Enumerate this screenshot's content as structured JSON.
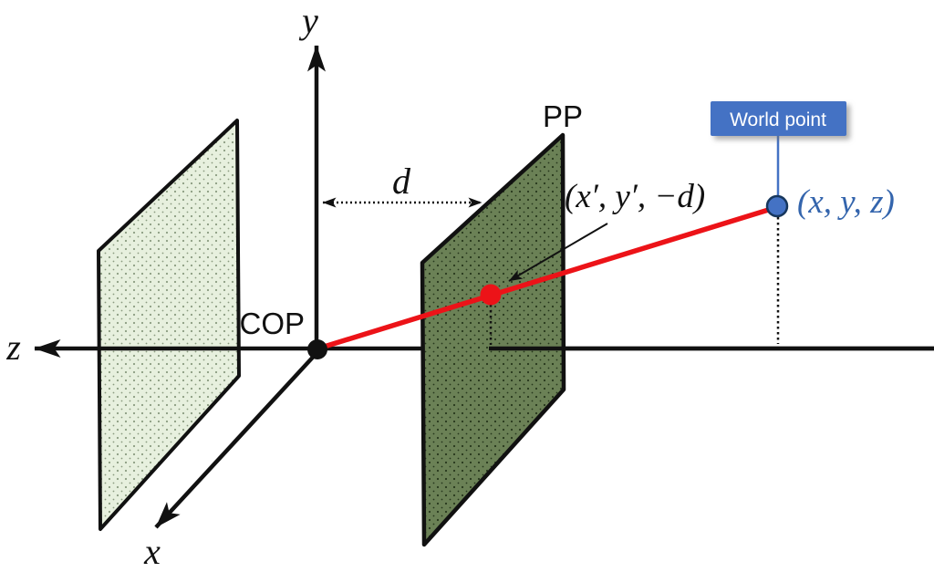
{
  "diagram": {
    "description": "Perspective projection (pinhole camera) geometry diagram",
    "axis_labels": {
      "y": "y",
      "z": "z",
      "x": "x"
    },
    "labels": {
      "cop": "COP",
      "pp": "PP",
      "focal_distance": "d",
      "image_point": "(x′, y′, −d)",
      "world_point": "(x, y, z)"
    },
    "callout": {
      "text": "World point"
    },
    "colors": {
      "axis": "#111111",
      "red": "#EC1318",
      "point_blue_fill": "#4472C4",
      "point_blue_stroke": "#16365C",
      "world_label_blue": "#3465AD",
      "callout_fill": "#4472C4",
      "callout_text": "#FFFFFF",
      "near_plane_fill": "#E7F0DE",
      "near_plane_dots": "#8A9B80",
      "pp_fill": "#6B8156",
      "pp_dots": "#26371C"
    }
  }
}
